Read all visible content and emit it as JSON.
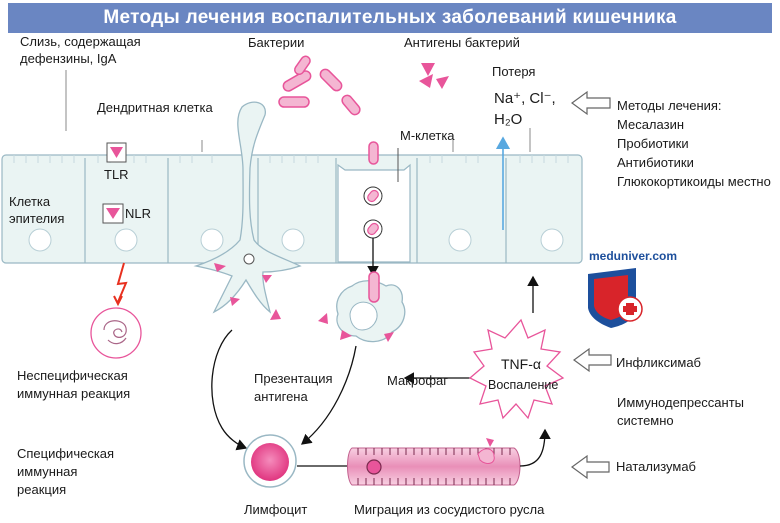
{
  "title": "Методы лечения воспалительных заболеваний кишечника",
  "labels": {
    "mucus_line1": "Слизь, содержащая",
    "mucus_line2": "дефензины, IgA",
    "bacteria": "Бактерии",
    "bacterial_antigens": "Антигены бактерий",
    "loss": "Потеря",
    "ions": "Na⁺, Cl⁻,",
    "water": "H₂O",
    "dendritic_cell": "Дендритная клетка",
    "m_cell": "М-клетка",
    "epithelial_cell_line1": "Клетка",
    "epithelial_cell_line2": "эпителия",
    "tlr": "TLR",
    "nlr": "NLR",
    "nonspecific_line1": "Неспецифическая",
    "nonspecific_line2": "иммунная реакция",
    "specific_line1": "Специфическая",
    "specific_line2": "иммунная",
    "specific_line3": "реакция",
    "presentation_line1": "Презентация",
    "presentation_line2": "антигена",
    "macrophage": "Макрофаг",
    "tnf": "TNF-α",
    "inflammation": "Воспаление",
    "lymphocyte": "Лимфоцит",
    "migration": "Миграция из сосудистого русла"
  },
  "treatments": {
    "heading": "Методы лечения:",
    "items": [
      "Месалазин",
      "Пробиотики",
      "Антибиотики",
      "Глюкокортикоиды местно"
    ],
    "infliximab": "Инфликсимаб",
    "immuno_line1": "Иммунодепрессанты",
    "immuno_line2": "системно",
    "natalizumab": "Натализумаб"
  },
  "watermark": "meduniver.com",
  "colors": {
    "title_bg": "#6a86c2",
    "pink": "#e8559a",
    "light_pink": "#f4b6d2",
    "cell_fill": "#eaf4f3",
    "cell_stroke": "#9ab8c4",
    "arrow_blue": "#58a8e0"
  }
}
